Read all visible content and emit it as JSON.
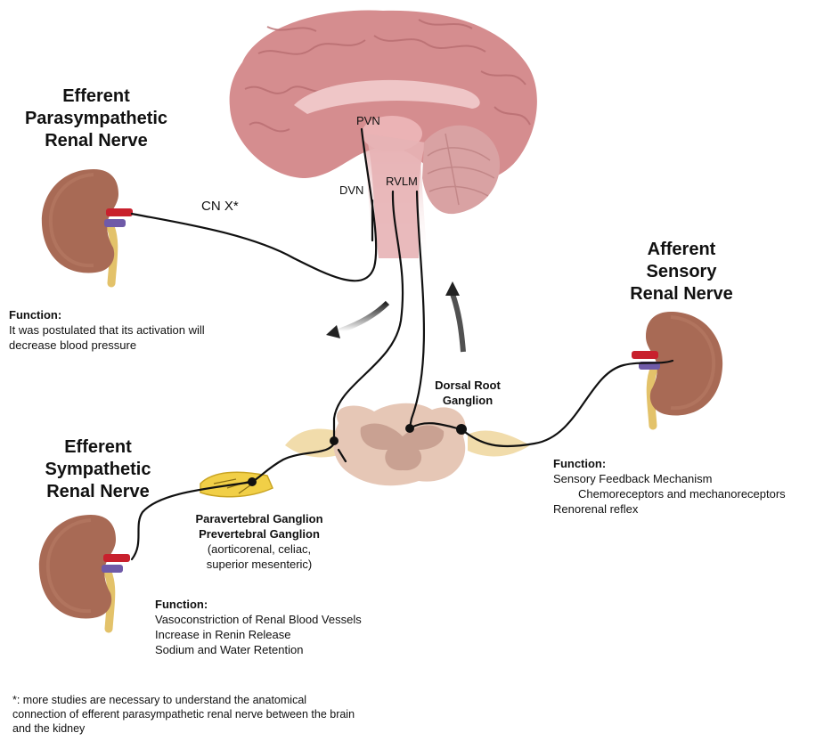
{
  "brain": {
    "labels": {
      "pvn": "PVN",
      "dvn": "DVN",
      "rvlm": "RVLM"
    },
    "colors": {
      "cortex": "#d58d8f",
      "cortex_dark": "#b86d70",
      "stem": "#e7b3b5",
      "cerebellum": "#d9a2a3"
    }
  },
  "cn_label": "CN X*",
  "parasympathetic": {
    "title": [
      "Efferent",
      "Parasympathetic",
      "Renal Nerve"
    ],
    "function_heading": "Function:",
    "function_lines": [
      "It was postulated that its activation will",
      "decrease blood pressure"
    ]
  },
  "sensory": {
    "title": [
      "Afferent",
      "Sensory",
      "Renal Nerve"
    ],
    "function_heading": "Function:",
    "function_lines": [
      "Sensory Feedback Mechanism",
      "Chemoreceptors and mechanoreceptors",
      "Renorenal reflex"
    ]
  },
  "sympathetic": {
    "title": [
      "Efferent",
      "Sympathetic",
      "Renal Nerve"
    ],
    "function_heading": "Function:",
    "function_lines": [
      "Vasoconstriction of Renal Blood Vessels",
      "Increase in Renin Release",
      "Sodium and Water Retention"
    ]
  },
  "dorsal_root": [
    "Dorsal Root",
    "Ganglion"
  ],
  "ganglion_bold": [
    "Paravertebral Ganglion",
    "Prevertebral Ganglion"
  ],
  "ganglion_plain": [
    "(aorticorenal, celiac,",
    "superior mesenteric)"
  ],
  "footnote": [
    "*: more studies are necessary to understand the anatomical",
    "connection of efferent parasympathetic renal nerve between the brain",
    "and the kidney"
  ],
  "colors": {
    "kidney": "#a86a55",
    "artery": "#c8202d",
    "vein": "#6f5aa8",
    "ureter": "#e3c26a",
    "spinal": "#e5c7b8",
    "ganglion": "#f1cf47",
    "nerve": "#111111"
  }
}
